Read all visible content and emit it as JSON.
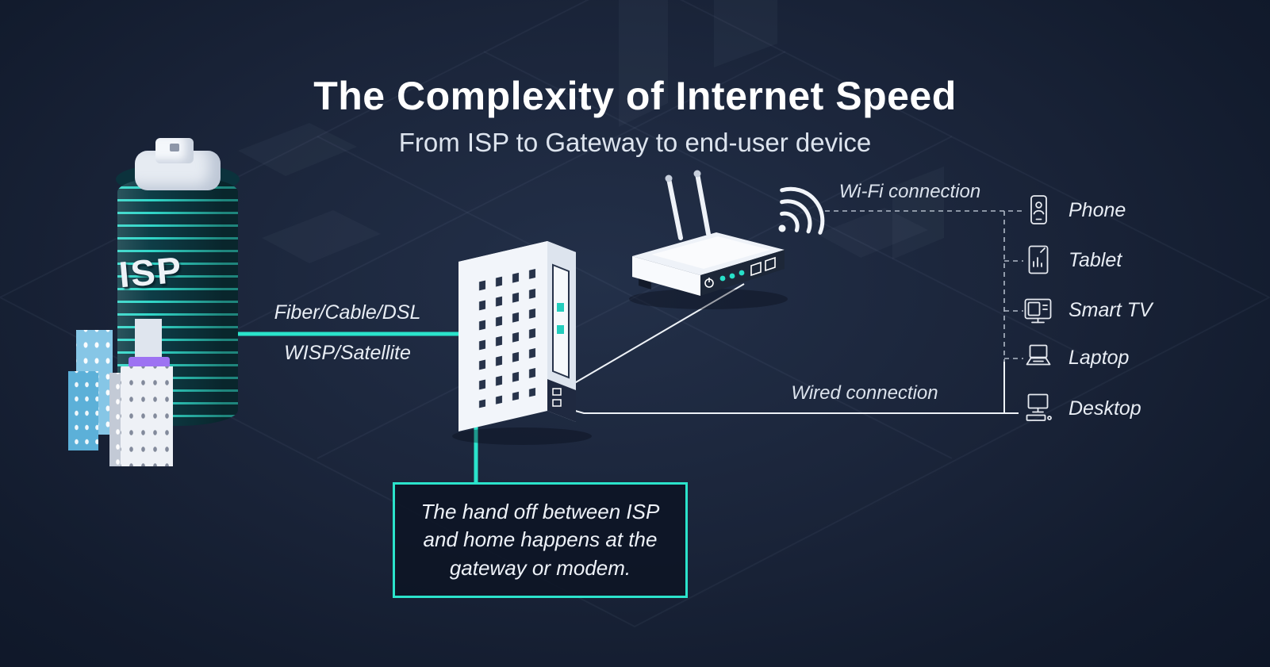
{
  "title": "The Complexity of Internet Speed",
  "subtitle": "From ISP to Gateway to end-user device",
  "isp_building": {
    "label": "ISP"
  },
  "isp_link": {
    "label_top": "Fiber/Cable/DSL",
    "label_bottom": "WISP/Satellite"
  },
  "callout": {
    "text": "The hand off between ISP and home happens at the gateway or modem."
  },
  "wifi_connection": {
    "label": "Wi-Fi connection"
  },
  "wired_connection": {
    "label": "Wired connection"
  },
  "devices": [
    {
      "icon": "phone-icon",
      "label": "Phone"
    },
    {
      "icon": "tablet-icon",
      "label": "Tablet"
    },
    {
      "icon": "smart-tv-icon",
      "label": "Smart TV"
    },
    {
      "icon": "laptop-icon",
      "label": "Laptop"
    },
    {
      "icon": "desktop-icon",
      "label": "Desktop"
    }
  ],
  "colors": {
    "accent_teal": "#2be3cb",
    "background": "#162034",
    "text": "#ffffff",
    "dark_panel": "#1d2738"
  }
}
